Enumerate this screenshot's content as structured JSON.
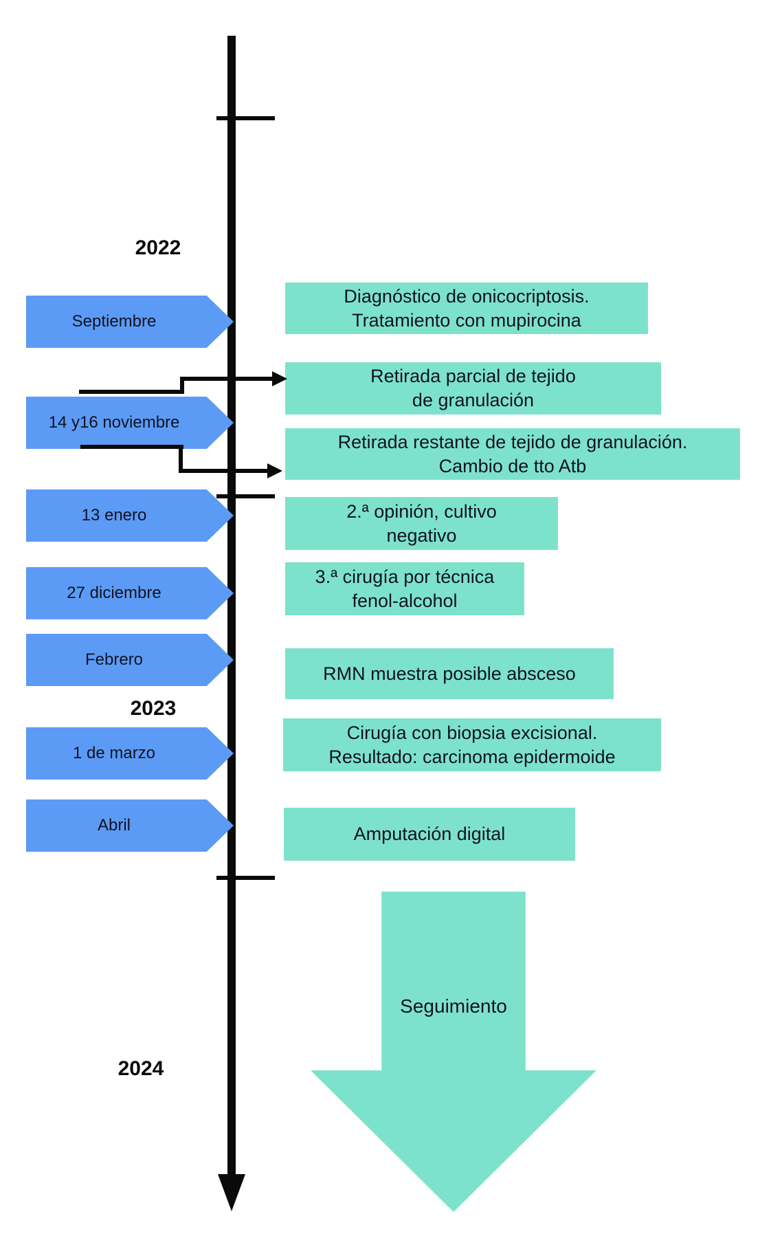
{
  "colors": {
    "accent_blue": "#5b9bf5",
    "accent_teal": "#7de2cc",
    "line_black": "#0a0a0a"
  },
  "years": [
    {
      "label": "2022"
    },
    {
      "label": "2023"
    },
    {
      "label": "2024"
    }
  ],
  "milestones": [
    {
      "label": "Septiembre"
    },
    {
      "label": "14 y16 noviembre"
    },
    {
      "label": "13 enero"
    },
    {
      "label": "27 diciembre"
    },
    {
      "label": "Febrero"
    },
    {
      "label": "1 de marzo"
    },
    {
      "label": "Abril"
    }
  ],
  "events": [
    {
      "text": "Diagnóstico de onicocriptosis.\nTratamiento con mupirocina"
    },
    {
      "text": "Retirada parcial de tejido\nde granulación"
    },
    {
      "text": "Retirada restante de tejido de granulación.\nCambio de tto Atb"
    },
    {
      "text": "2.ª opinión, cultivo\nnegativo"
    },
    {
      "text": "3.ª cirugía por técnica\nfenol-alcohol"
    },
    {
      "text": "RMN muestra posible absceso"
    },
    {
      "text": "Cirugía con biopsia excisional.\nResultado: carcinoma epidermoide"
    },
    {
      "text": "Amputación digital"
    }
  ],
  "followup": {
    "label": "Seguimiento"
  }
}
